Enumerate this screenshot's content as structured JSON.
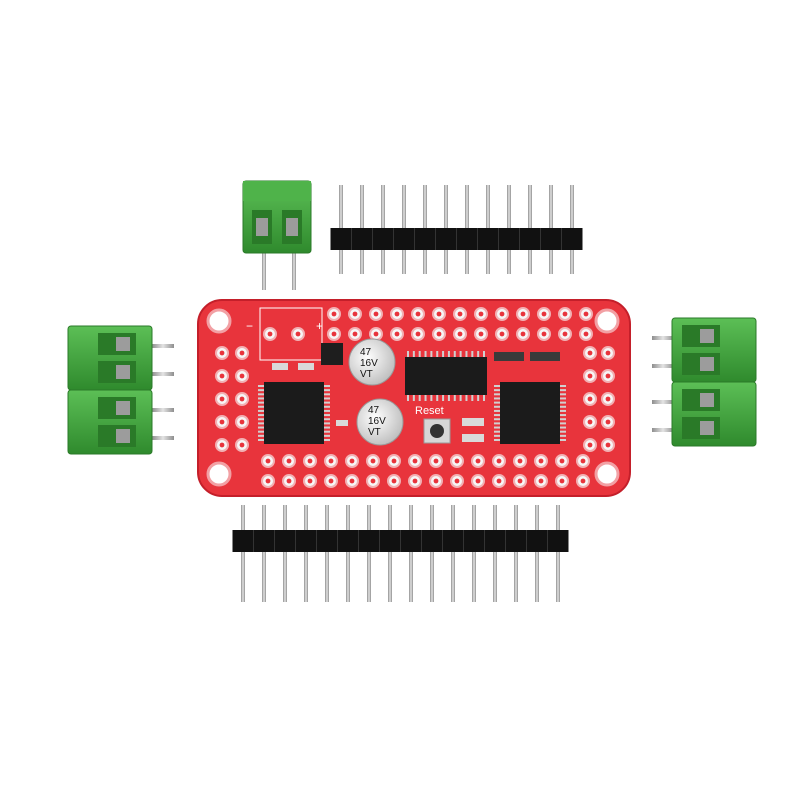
{
  "board": {
    "color": "#e8343c",
    "pcb_edge_color": "#c41f2a",
    "silkscreen_color": "#ffffff",
    "reset_label": "Reset",
    "minus_label": "−",
    "plus_label": "+"
  },
  "capacitors": [
    {
      "value": "47",
      "voltage": "16V",
      "series": "VT"
    },
    {
      "value": "47",
      "voltage": "16V",
      "series": "VT"
    }
  ],
  "terminal_block_color": "#43a53f",
  "header_pin_color": "#b9b9b9"
}
